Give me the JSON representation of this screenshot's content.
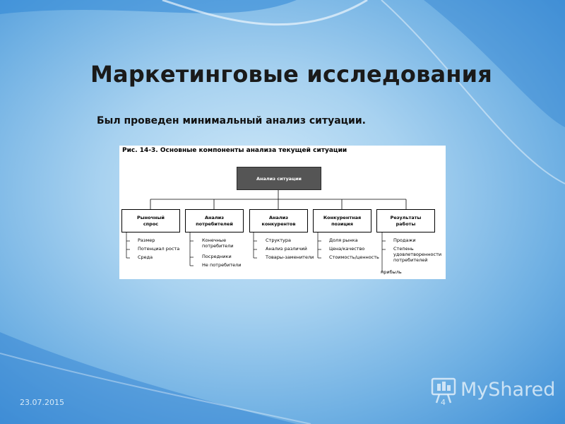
{
  "slide": {
    "title": "Маркетинговые исследования",
    "subtitle": "Был проведен минимальный анализ ситуации.",
    "date": "23.07.2015",
    "page_number": "4",
    "logo": "MyShared"
  },
  "diagram": {
    "caption": "Рис. 14-3. Основные компоненты анализа текущей ситуации",
    "root": "Анализ ситуации",
    "branches": [
      {
        "label": "Рыночный\nспрос",
        "items": [
          "Размер",
          "Потенциал роста",
          "Среда"
        ]
      },
      {
        "label": "Анализ\nпотребителей",
        "items": [
          "Конечные\nпотребители",
          "Посредники",
          "Не потребители"
        ]
      },
      {
        "label": "Анализ\nконкурентов",
        "items": [
          "Структура",
          "Анализ различий",
          "Товары-заменители"
        ]
      },
      {
        "label": "Конкурентная\nпозиция",
        "items": [
          "Доля рынка",
          "Цена/качество",
          "Стоимость/ценность"
        ]
      },
      {
        "label": "Результаты\nработы",
        "items": [
          "Продажи",
          "Степень\nудовлетворенности\nпотребителей",
          "прибыль"
        ]
      }
    ]
  },
  "colors": {
    "root_fill": "#555555",
    "background_accent": "#3f8fd6"
  }
}
